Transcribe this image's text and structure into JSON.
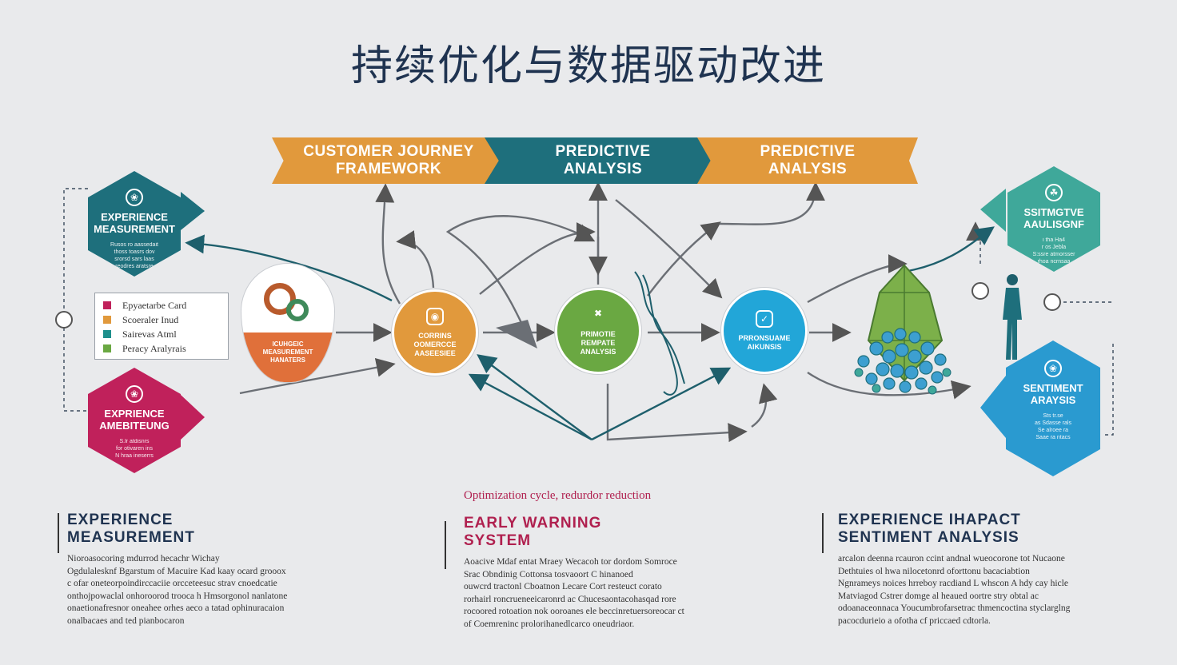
{
  "title": "持续优化与数据驱动改进",
  "banner": {
    "stage1": "CUSTOMER JOURNEY\nFRAMEWORK",
    "stage2": "PREDICTIVE\nANALYSIS",
    "stage3": "PREDICTIVE\nANALYSIS"
  },
  "hexagons": {
    "left_top": {
      "title": "EXPERIENCE\nMEASUREMENT",
      "small": "Rusos ro aassedait\nthoss toasrs dov\nsrorsd sars laas\nreodres aratsre"
    },
    "left_bottom": {
      "title": "EXPRIENCE\nAMEBITEUNG",
      "small": "S.lr atdisnrs\nfor otivaren ins\nN hraa ineserrs"
    },
    "right_top": {
      "title": "SSITMGTVE\nAAULISGNF",
      "small": "i tha Ha4\nr os Jebla\nS:ssre atmorsser\nrhoa ncrnsaa"
    },
    "right_bottom": {
      "title": "SENTIMENT\nARAYSIS",
      "small": "Sts tr.se\nas Sdasse rals\nSe alroee ra\nSaae ra ntacs"
    }
  },
  "legend": {
    "items": [
      {
        "label": "Epyaetarbe Card",
        "color": "#c0215b"
      },
      {
        "label": "Scoeraler Inud",
        "color": "#e1993c"
      },
      {
        "label": "Sairevas Atml",
        "color": "#1e8f8c"
      },
      {
        "label": "Peracy Aralyrais",
        "color": "#6aa842"
      }
    ]
  },
  "nodes": {
    "blob": "ICUHGEIC\nMEASUREMENT\nHANATERS",
    "circle1": "CORRINS\nOOMERCCE\nAASEESIEE",
    "circle2": "PRIMOTIE\nREMPATE\nANALYSIS",
    "circle3": "PRRONSUAME\nAIKUNSIS"
  },
  "caption": "Optimization cycle, redurdor reduction",
  "sections": [
    {
      "title": "EXPERIENCE\nMEASUREMENT",
      "body": "Nioroasocoring mdurrod hecachr Wichay\nOgdulalesknf Bgarstum of Macuire Kad kaay ocard grooox\nc ofar oneteorpoindirccaciie orcceteesuc strav cnoedcatie\nonthojpowaclal onhoroorod trooca h Hmsorgonol nanlatone\nonaetionafresnor oneahee orhes aeco a tatad ophinuracaion\nonalbacaes and ted pianbocaron"
    },
    {
      "title": "EARLY WARNING\nSYSTEM",
      "body": "Aoacive Mdaf entat Mraey Wecacoh tor dordom Somroce\nSrac Obndinig Cottonsa tosvaoort C hinanoed\nouwcrd tractonl Cboatnon Lecare Cort resteuct corato\nrorhairl roncrueneeicaronrd ac Chucesaontacohasqad rore\nrocoored rotoation nok ooroanes ele beccinretuersoreocar ct\nof Coemreninc prolorihanedlcarco oneudriaor."
    },
    {
      "title": "EXPERIENCE IHAPACT\nSENTIMENT ANALYSIS",
      "body": "arcalon deenna rcauron ccint andnal wueocorone tot Nucaone\nDethtuies ol hwa nilocetonrd oforttonu bacaciabtion\nNgnrameys noices hrreboy racdiand L whscon A hdy cay hicle\nMatviagod Cstrer domge al heaued oortre stry obtal ac\nodoanaceonnaca Youcumbrofarsetrac thmencoctina styclarglng\npacocdurieio a ofotha cf priccaed cdtorla."
    }
  ]
}
